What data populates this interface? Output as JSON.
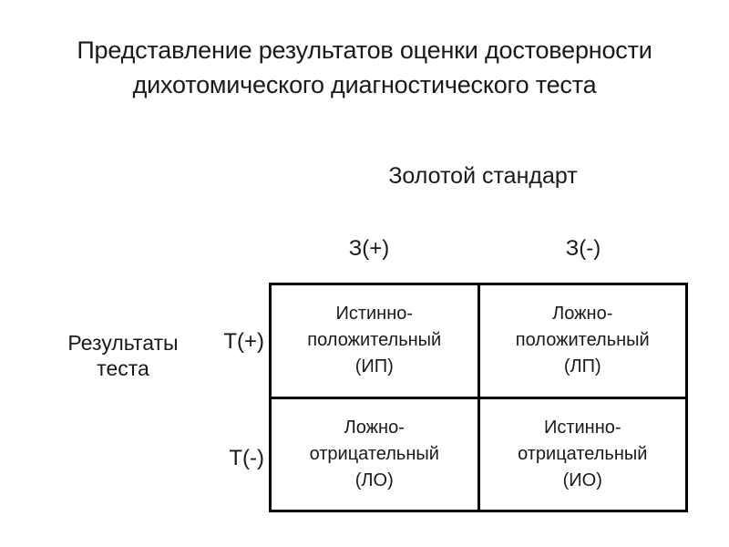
{
  "title": {
    "line1": "Представление результатов оценки достоверности",
    "line2": "дихотомического диагностического теста"
  },
  "matrix": {
    "column_group_label": "Золотой стандарт",
    "row_group_label": {
      "line1": "Результаты",
      "line2": "теста"
    },
    "column_headers": [
      "З(+)",
      "З(-)"
    ],
    "row_headers": [
      "Т(+)",
      "Т(-)"
    ],
    "cells": [
      [
        {
          "line1": "Истинно-",
          "line2": "положительный",
          "line3": "(ИП)"
        },
        {
          "line1": "Ложно-",
          "line2": "положительный",
          "line3": "(ЛП)"
        }
      ],
      [
        {
          "line1": "Ложно-",
          "line2": "отрицательный",
          "line3": "(ЛО)"
        },
        {
          "line1": "Истинно-",
          "line2": "отрицательный",
          "line3": "(ИО)"
        }
      ]
    ]
  },
  "colors": {
    "text": "#1a1a1a",
    "border": "#000000",
    "background": "#ffffff"
  }
}
